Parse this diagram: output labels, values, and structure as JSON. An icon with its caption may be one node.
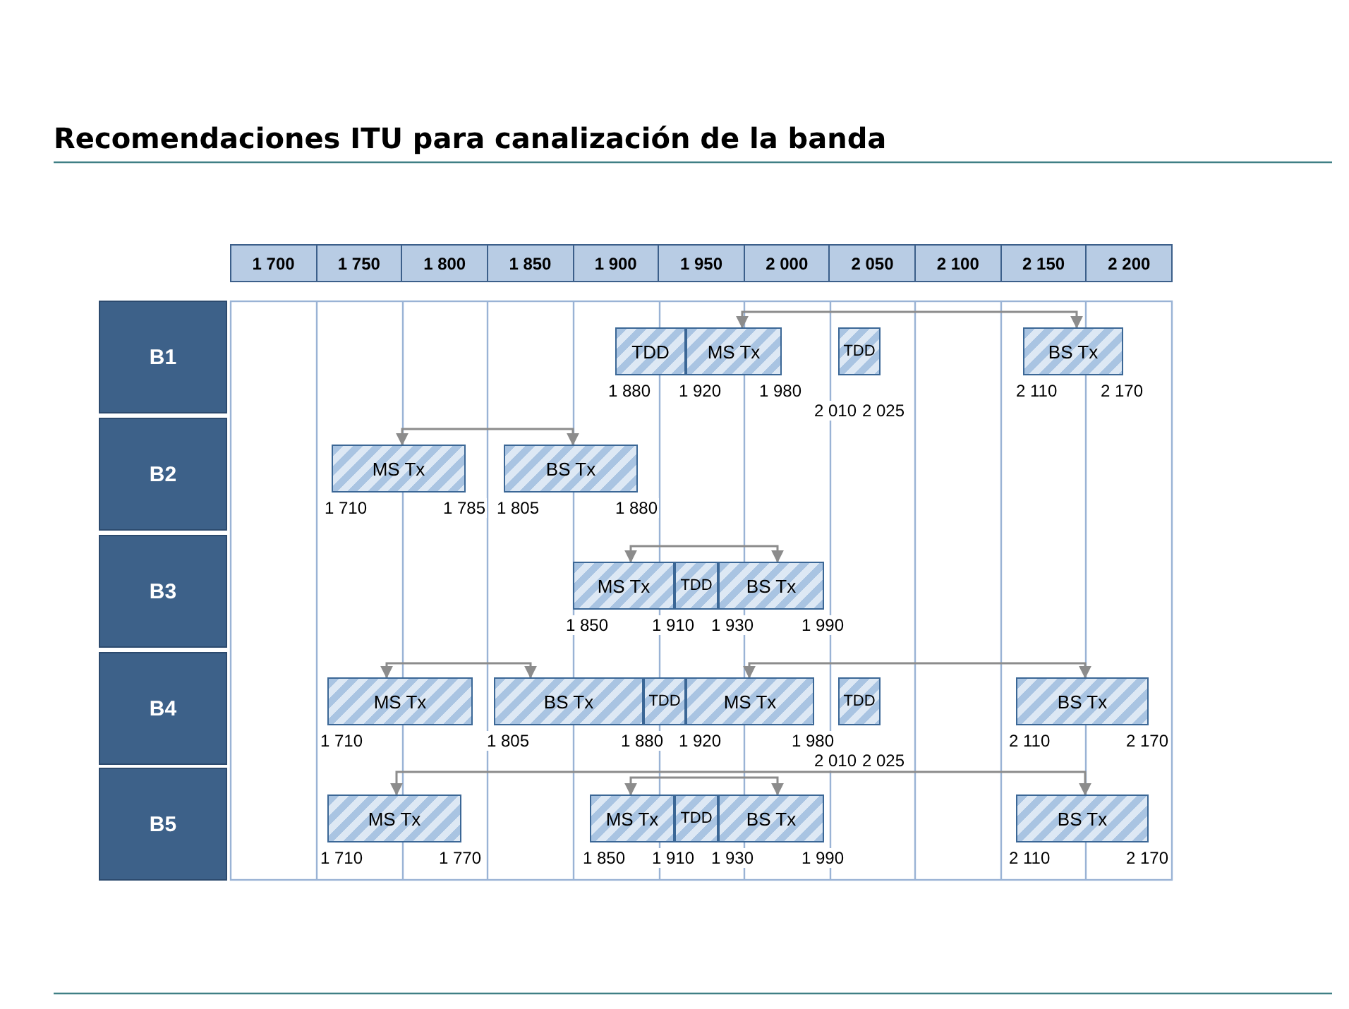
{
  "diagram": {
    "title": "Recomendaciones ITU para canalización de la banda",
    "nodes": [
      {
        "text": [
          "B1"
        ]
      },
      {
        "text": [
          "B2"
        ]
      },
      {
        "text": [
          "B3"
        ]
      },
      {
        "text": [
          "B4"
        ]
      },
      {
        "text": [
          "B5"
        ]
      },
      {
        "text": [
          "TDD"
        ],
        "beside": [
          "1 880"
        ]
      },
      {
        "text": [
          "MS Tx"
        ],
        "beside": [
          "1 920",
          "1 980"
        ]
      },
      {
        "text": [
          "TDD"
        ],
        "beside": [
          "2 010",
          "2 025"
        ]
      },
      {
        "text": [
          "BS Tx"
        ],
        "beside": [
          "2 110",
          "2 170"
        ]
      },
      {
        "text": [
          "MS Tx"
        ],
        "beside": [
          "1 710",
          "1 785"
        ]
      },
      {
        "text": [
          "BS Tx"
        ],
        "beside": [
          "1 805",
          "1 880"
        ]
      },
      {
        "text": [
          "MS Tx"
        ],
        "beside": [
          "1 850",
          "1 910"
        ]
      },
      {
        "text": [
          "TDD"
        ]
      },
      {
        "text": [
          "BS Tx"
        ],
        "beside": [
          "1 930",
          "1 990"
        ]
      },
      {
        "text": [
          "MS Tx"
        ],
        "beside": [
          "1 710"
        ]
      },
      {
        "text": [
          "BS Tx"
        ],
        "beside": [
          "1 805",
          "1 880"
        ]
      },
      {
        "text": [
          "TDD"
        ]
      },
      {
        "text": [
          "MS Tx"
        ],
        "beside": [
          "1 920",
          "1 980"
        ]
      },
      {
        "text": [
          "TDD"
        ],
        "beside": [
          "2 010",
          "2 025"
        ]
      },
      {
        "text": [
          "BS Tx"
        ],
        "beside": [
          "2 110",
          "2 170"
        ]
      },
      {
        "text": [
          "MS Tx"
        ],
        "beside": [
          "1 710",
          "1 770"
        ]
      },
      {
        "text": [
          "MS Tx"
        ],
        "beside": [
          "1 850",
          "1 910"
        ]
      },
      {
        "text": [
          "TDD"
        ]
      },
      {
        "text": [
          "BS Tx"
        ],
        "beside": [
          "1 930",
          "1 990"
        ]
      },
      {
        "text": [
          "BS Tx"
        ],
        "beside": [
          "2 110",
          "2 170"
        ]
      }
    ],
    "edges": [
      {
        "from": 6,
        "to": 8,
        "arrow": "both"
      },
      {
        "from": 9,
        "to": 10,
        "arrow": "both"
      },
      {
        "from": 11,
        "to": 13,
        "arrow": "both"
      },
      {
        "from": 14,
        "to": 15,
        "arrow": "both"
      },
      {
        "from": 17,
        "to": 19,
        "arrow": "both"
      },
      {
        "from": 20,
        "to": 24,
        "arrow": "both"
      },
      {
        "from": 21,
        "to": 23,
        "arrow": "both"
      }
    ],
    "labels": [
      "1 700",
      "1 750",
      "1 800",
      "1 850",
      "1 900",
      "1 950",
      "2 000",
      "2 050",
      "2 100",
      "2 150",
      "2 200"
    ]
  }
}
